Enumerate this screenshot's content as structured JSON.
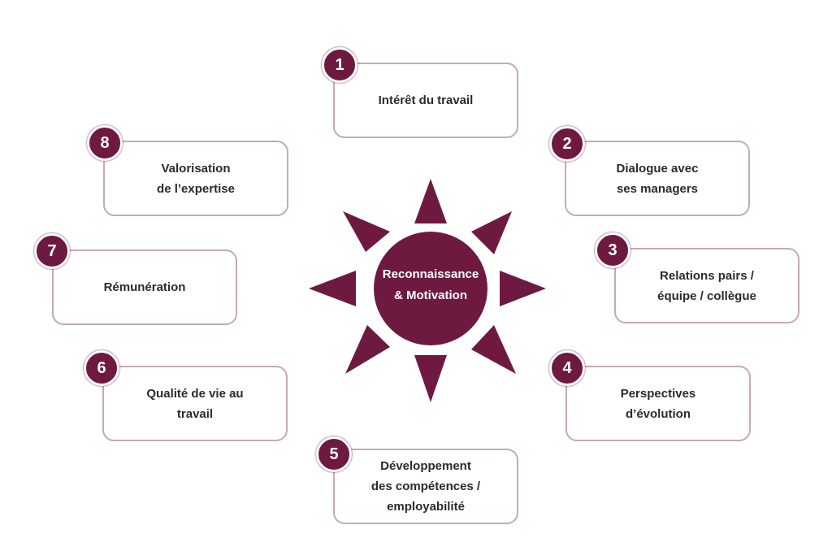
{
  "diagram": {
    "center": {
      "title": "Reconnaissance\n& Motivation"
    },
    "colors": {
      "accent": "#6e1a40",
      "box_border": "#c7a9b4",
      "text": "#2b2b2b"
    },
    "items": [
      {
        "number": "1",
        "label": "Intérêt du travail"
      },
      {
        "number": "2",
        "label": "Dialogue avec\nses managers"
      },
      {
        "number": "3",
        "label": "Relations pairs /\néquipe / collègue"
      },
      {
        "number": "4",
        "label": "Perspectives\nd’évolution"
      },
      {
        "number": "5",
        "label": "Développement\ndes compétences /\nemployabilité"
      },
      {
        "number": "6",
        "label": "Qualité de vie au\ntravail"
      },
      {
        "number": "7",
        "label": "Rémunération"
      },
      {
        "number": "8",
        "label": "Valorisation\nde l’expertise"
      }
    ]
  }
}
